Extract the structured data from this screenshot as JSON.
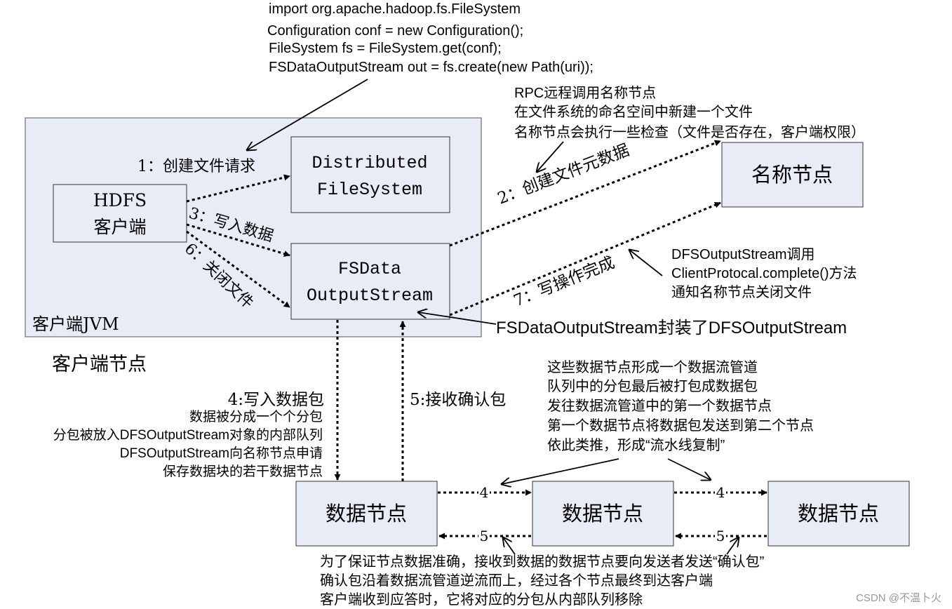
{
  "code": {
    "line1": "import org.apache.hadoop.fs.FileSystem",
    "line2": "Configuration conf = new Configuration();",
    "line3": "FileSystem fs = FileSystem.get(conf);",
    "line4": "FSDataOutputStream out = fs.create(new Path(uri));"
  },
  "client_jvm": {
    "label": "客户端JVM",
    "node_label": "客户端节点",
    "hdfs_client": {
      "line1": "HDFS",
      "line2": "客户端"
    },
    "dfs": {
      "line1": "Distributed",
      "line2": "FileSystem"
    },
    "fsdos": {
      "line1": "FSData",
      "line2": "OutputStream"
    }
  },
  "namenode": {
    "label": "名称节点"
  },
  "datanodes": [
    "数据节点",
    "数据节点",
    "数据节点"
  ],
  "steps": {
    "s1": "1：创建文件请求",
    "s2": "2：创建文件元数据",
    "s3": "3：写入数据",
    "s4": "4:写入数据包",
    "s5": "5:接收确认包",
    "s6": "6：关闭文件",
    "s7": "7：写操作完成",
    "pipe_send": "4",
    "pipe_ack": "5"
  },
  "notes": {
    "rpc": [
      "RPC远程调用名称节点",
      "在文件系统的命名空间中新建一个文件",
      "名称节点会执行一些检查（文件是否存在，客户端权限）"
    ],
    "complete": [
      "DFSOutputStream调用",
      "ClientProtocal.complete()方法",
      "通知名称节点关闭文件"
    ],
    "wrap": "FSDataOutputStream封装了DFSOutputStream",
    "packet": [
      "数据被分成一个个分包",
      "分包被放入DFSOutputStream对象的内部队列",
      "DFSOutputStream向名称节点申请",
      "保存数据块的若干数据节点"
    ],
    "pipeline": [
      "这些数据节点形成一个数据流管道",
      "队列中的分包最后被打包成数据包",
      "发往数据流管道中的第一个数据节点",
      "第一个数据节点将数据包发送到第二个节点",
      "依此类推，形成“流水线复制”"
    ],
    "ack": [
      "为了保证节点数据准确，接收到数据的数据节点要向发送者发送“确认包”",
      "确认包沿着数据流管道逆流而上，经过各个节点最终到达客户端",
      "客户端收到应答时，它将对应的分包从内部队列移除"
    ]
  },
  "watermark": "CSDN @不温卜火",
  "colors": {
    "box_fill": "#e8ecf6",
    "jvm_fill": "#e8ecf6",
    "stroke": "#000000"
  }
}
